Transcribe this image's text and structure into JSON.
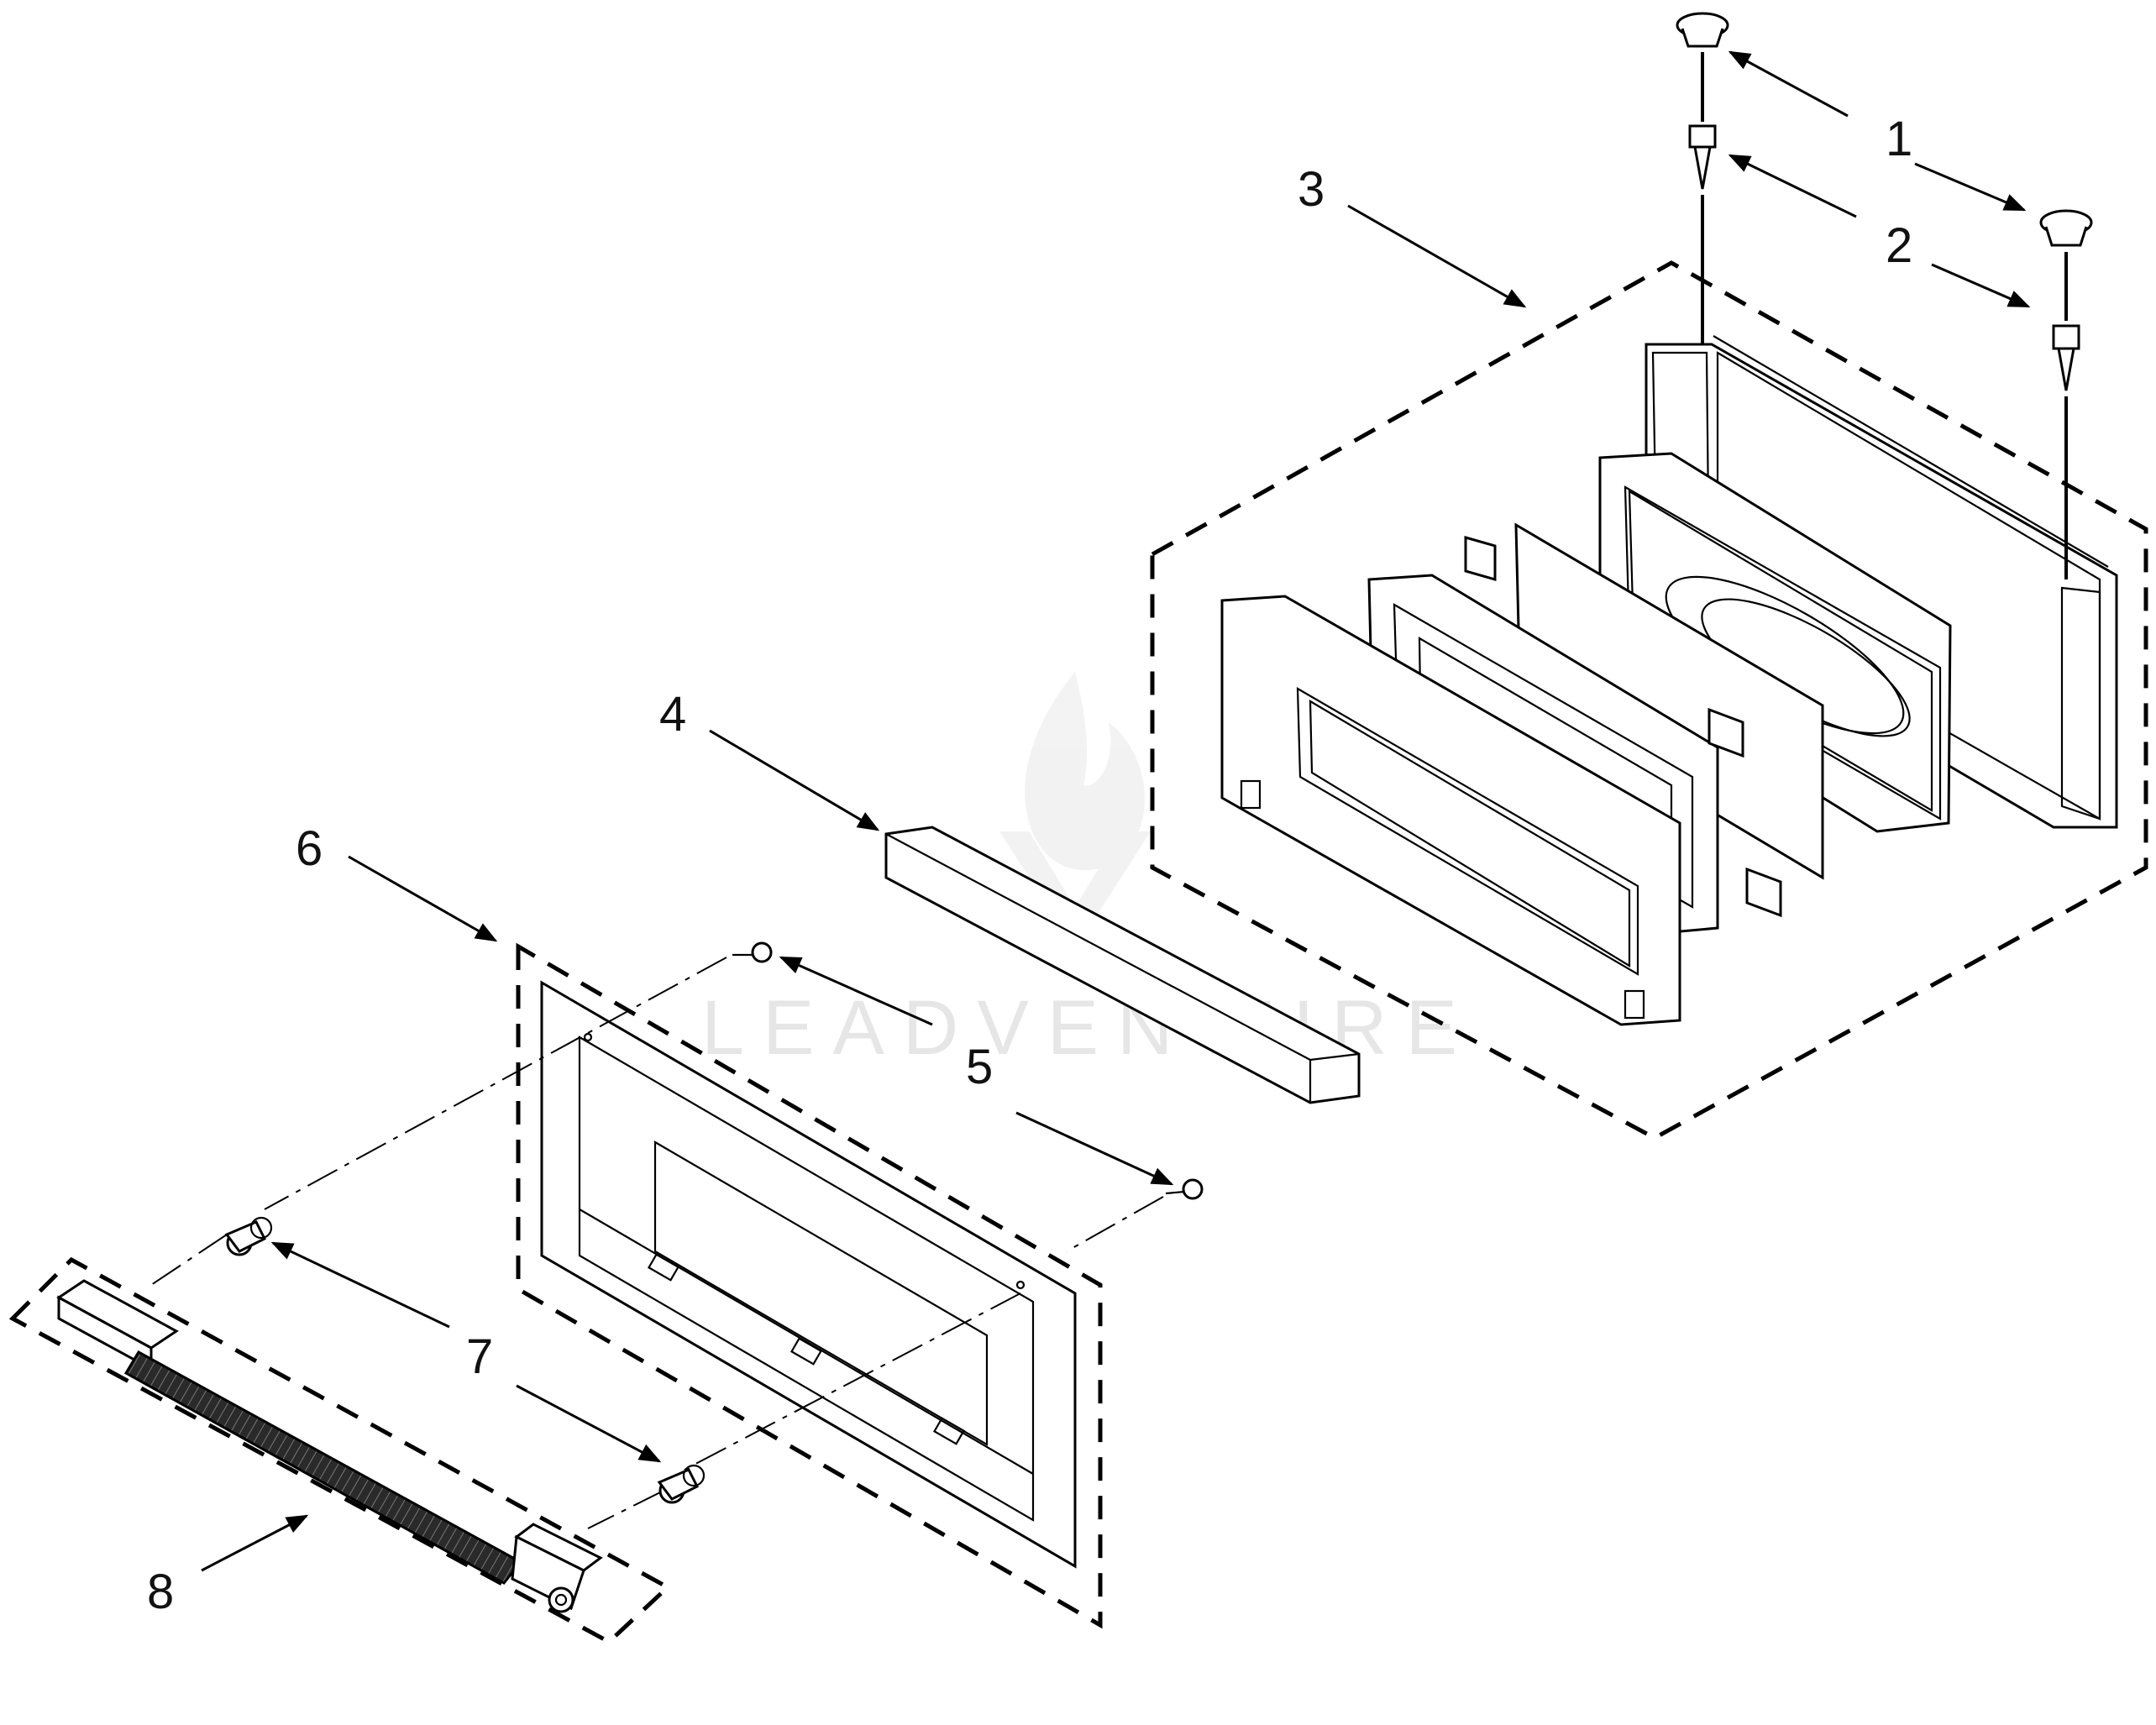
{
  "diagram": {
    "callouts": [
      {
        "id": "1",
        "label": "1"
      },
      {
        "id": "2",
        "label": "2"
      },
      {
        "id": "3",
        "label": "3"
      },
      {
        "id": "4",
        "label": "4"
      },
      {
        "id": "5",
        "label": "5"
      },
      {
        "id": "6",
        "label": "6"
      },
      {
        "id": "7",
        "label": "7"
      },
      {
        "id": "8",
        "label": "8"
      }
    ],
    "watermark": {
      "text": "LEADVENTURE"
    }
  }
}
